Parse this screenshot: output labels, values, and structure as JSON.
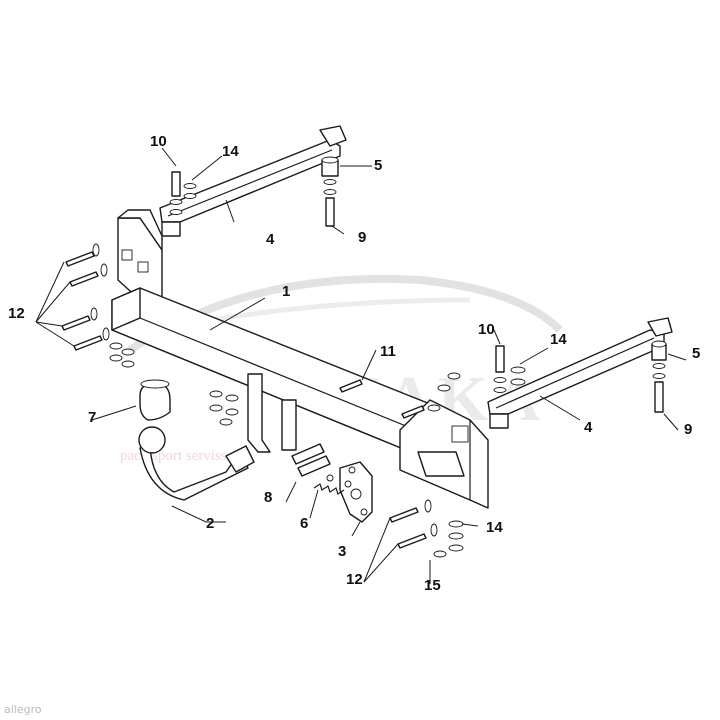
{
  "diagram": {
    "callouts": [
      {
        "id": "c1",
        "label": "1"
      },
      {
        "id": "c2",
        "label": "2"
      },
      {
        "id": "c3",
        "label": "3"
      },
      {
        "id": "c4a",
        "label": "4"
      },
      {
        "id": "c4b",
        "label": "4"
      },
      {
        "id": "c5a",
        "label": "5"
      },
      {
        "id": "c5b",
        "label": "5"
      },
      {
        "id": "c6",
        "label": "6"
      },
      {
        "id": "c7",
        "label": "7"
      },
      {
        "id": "c8",
        "label": "8"
      },
      {
        "id": "c9a",
        "label": "9"
      },
      {
        "id": "c9b",
        "label": "9"
      },
      {
        "id": "c10a",
        "label": "10"
      },
      {
        "id": "c10b",
        "label": "10"
      },
      {
        "id": "c11",
        "label": "11"
      },
      {
        "id": "c12a",
        "label": "12"
      },
      {
        "id": "c12b",
        "label": "12"
      },
      {
        "id": "c14a",
        "label": "14"
      },
      {
        "id": "c14b",
        "label": "14"
      },
      {
        "id": "c14c",
        "label": "14"
      },
      {
        "id": "c15",
        "label": "15"
      }
    ]
  },
  "watermark": {
    "brand": "HAKA",
    "tagline": "pack sport serviss"
  },
  "footer": {
    "text": "allegro"
  }
}
